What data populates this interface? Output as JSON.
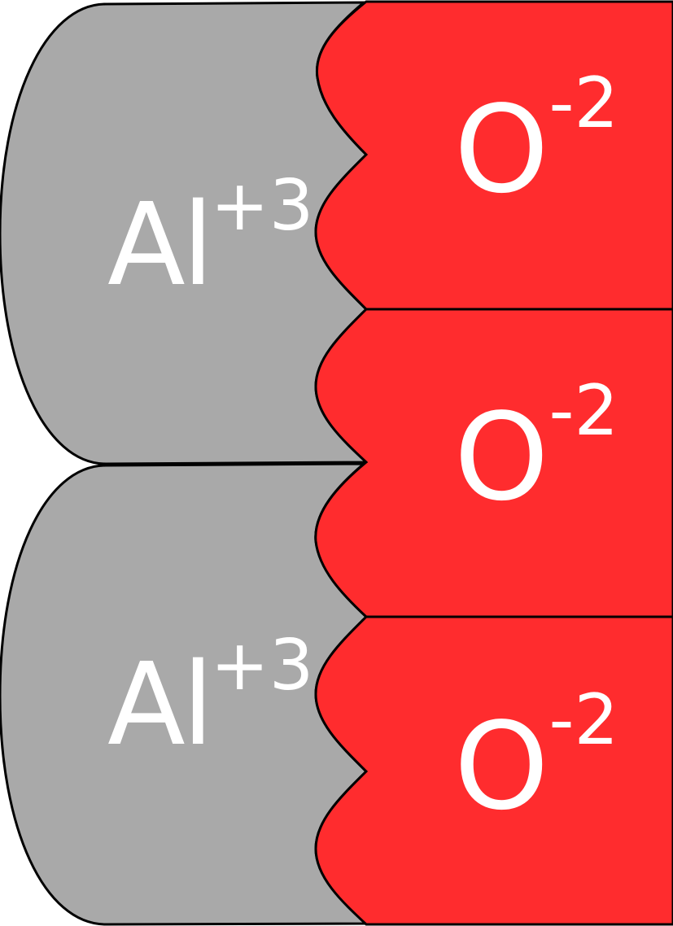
{
  "ions": [
    {
      "symbol": "Al",
      "charge": "+3",
      "color": "#a9a9a9"
    },
    {
      "symbol": "Al",
      "charge": "+3",
      "color": "#a9a9a9"
    },
    {
      "symbol": "O",
      "charge": "-2",
      "color": "#ff2c2e"
    },
    {
      "symbol": "O",
      "charge": "-2",
      "color": "#ff2c2e"
    },
    {
      "symbol": "O",
      "charge": "-2",
      "color": "#ff2c2e"
    }
  ],
  "colors": {
    "cation": "#a9a9a9",
    "anion": "#ff2c2e",
    "outline": "#000000",
    "label": "#ffffff"
  }
}
